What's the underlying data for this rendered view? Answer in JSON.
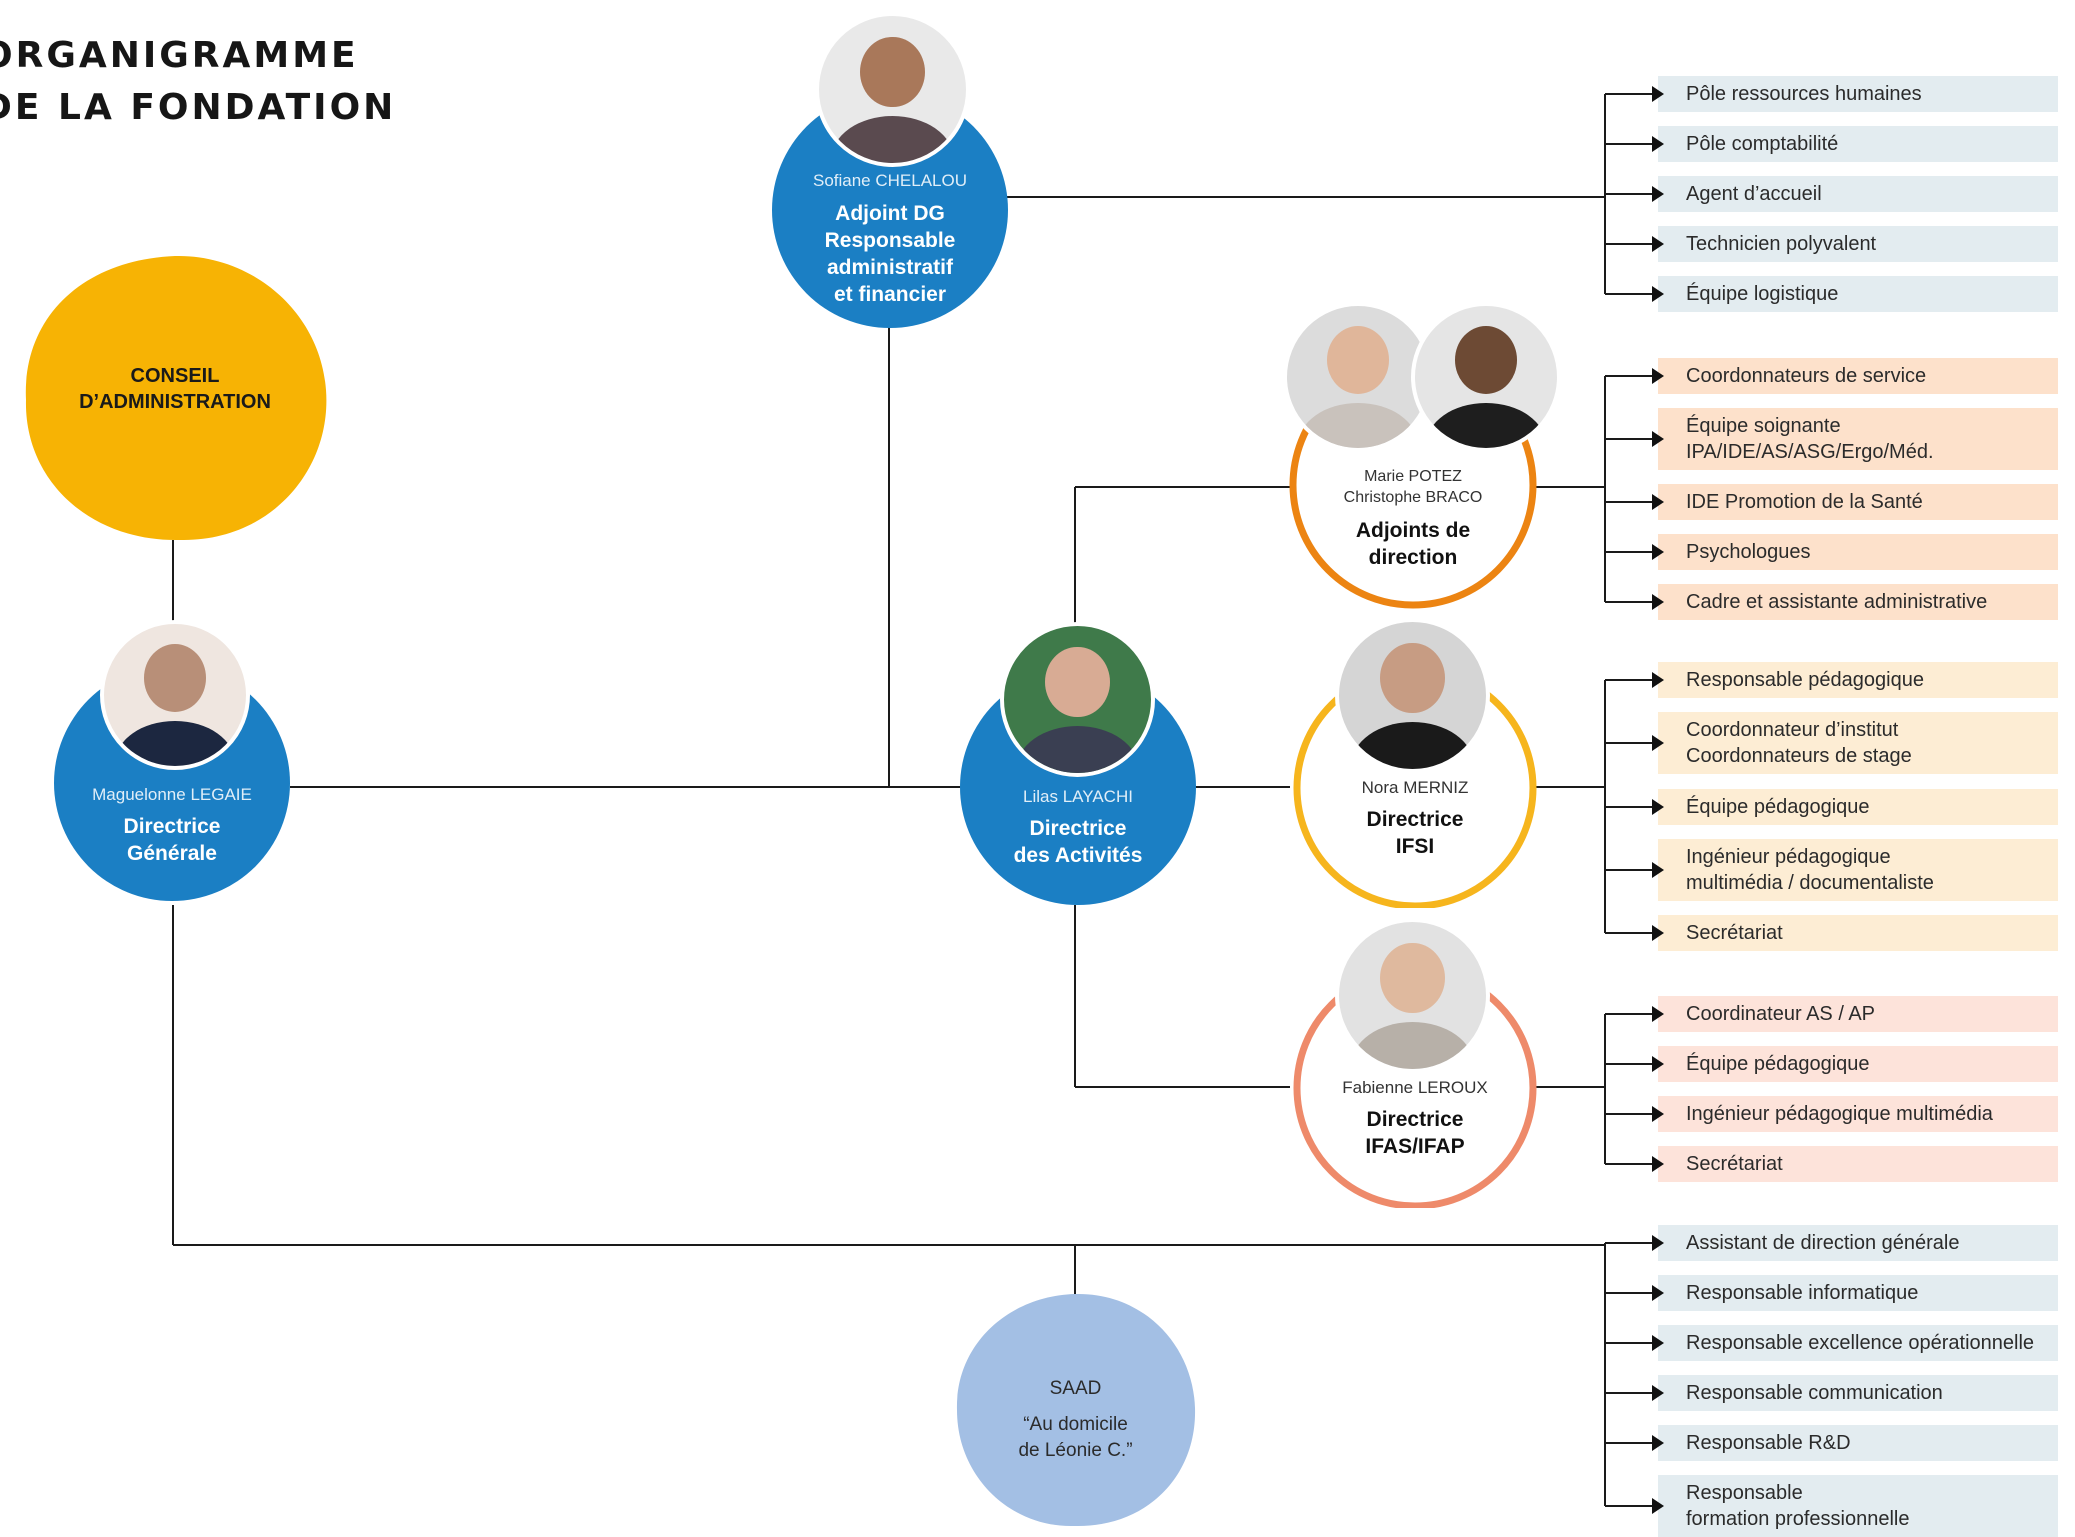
{
  "title": {
    "line1": "ORGANIGRAMME",
    "line2": "DE LA FONDATION"
  },
  "colors": {
    "blue": "#1b7fc4",
    "yellow": "#f7b304",
    "orange": "#ec8412",
    "gold": "#f6b51d",
    "salmon": "#ee8a6a",
    "lightblue": "#a3bfe4",
    "line": "#1a1a1a"
  },
  "conseil": {
    "label": "CONSEIL\nD’ADMINISTRATION"
  },
  "dg": {
    "name": "Maguelonne LEGAIE",
    "role": "Directrice\nGénérale"
  },
  "adjoint_dg": {
    "name": "Sofiane CHELALOU",
    "role": "Adjoint DG\nResponsable\nadministratif\net financier"
  },
  "activites": {
    "name": "Lilas LAYACHI",
    "role": "Directrice\ndes Activités"
  },
  "adjoints": {
    "name": "Marie POTEZ\nChristophe BRACO",
    "role": "Adjoints de\ndirection"
  },
  "ifsi": {
    "name": "Nora MERNIZ",
    "role": "Directrice\nIFSI"
  },
  "ifas": {
    "name": "Fabienne LEROUX",
    "role": "Directrice\nIFAS/IFAP"
  },
  "saad": {
    "label": "SAAD",
    "sub": "“Au domicile\n  de Léonie C.”"
  },
  "groups": [
    {
      "color": "#e3ecf0",
      "items": [
        "Pôle ressources humaines",
        "Pôle comptabilité",
        "Agent d’accueil",
        "Technicien polyvalent",
        "Équipe logistique"
      ]
    },
    {
      "color": "#fde1cb",
      "items": [
        "Coordonnateurs de service",
        "Équipe soignante\nIPA/IDE/AS/ASG/Ergo/Méd.",
        "IDE Promotion de la Santé",
        "Psychologues",
        "Cadre et assistante administrative"
      ]
    },
    {
      "color": "#fdedd4",
      "items": [
        "Responsable pédagogique",
        "Coordonnateur d’institut\nCoordonnateurs de stage",
        "Équipe pédagogique",
        "Ingénieur pédagogique\nmultimédia / documentaliste",
        "Secrétariat"
      ]
    },
    {
      "color": "#fde3da",
      "items": [
        "Coordinateur AS / AP",
        "Équipe pédagogique",
        "Ingénieur pédagogique multimédia",
        "Secrétariat"
      ]
    },
    {
      "color": "#e3ecf0",
      "items": [
        "Assistant de direction générale",
        "Responsable informatique",
        "Responsable excellence opérationnelle",
        "Responsable communication",
        "Responsable R&D",
        "Responsable\nformation professionnelle"
      ]
    }
  ]
}
